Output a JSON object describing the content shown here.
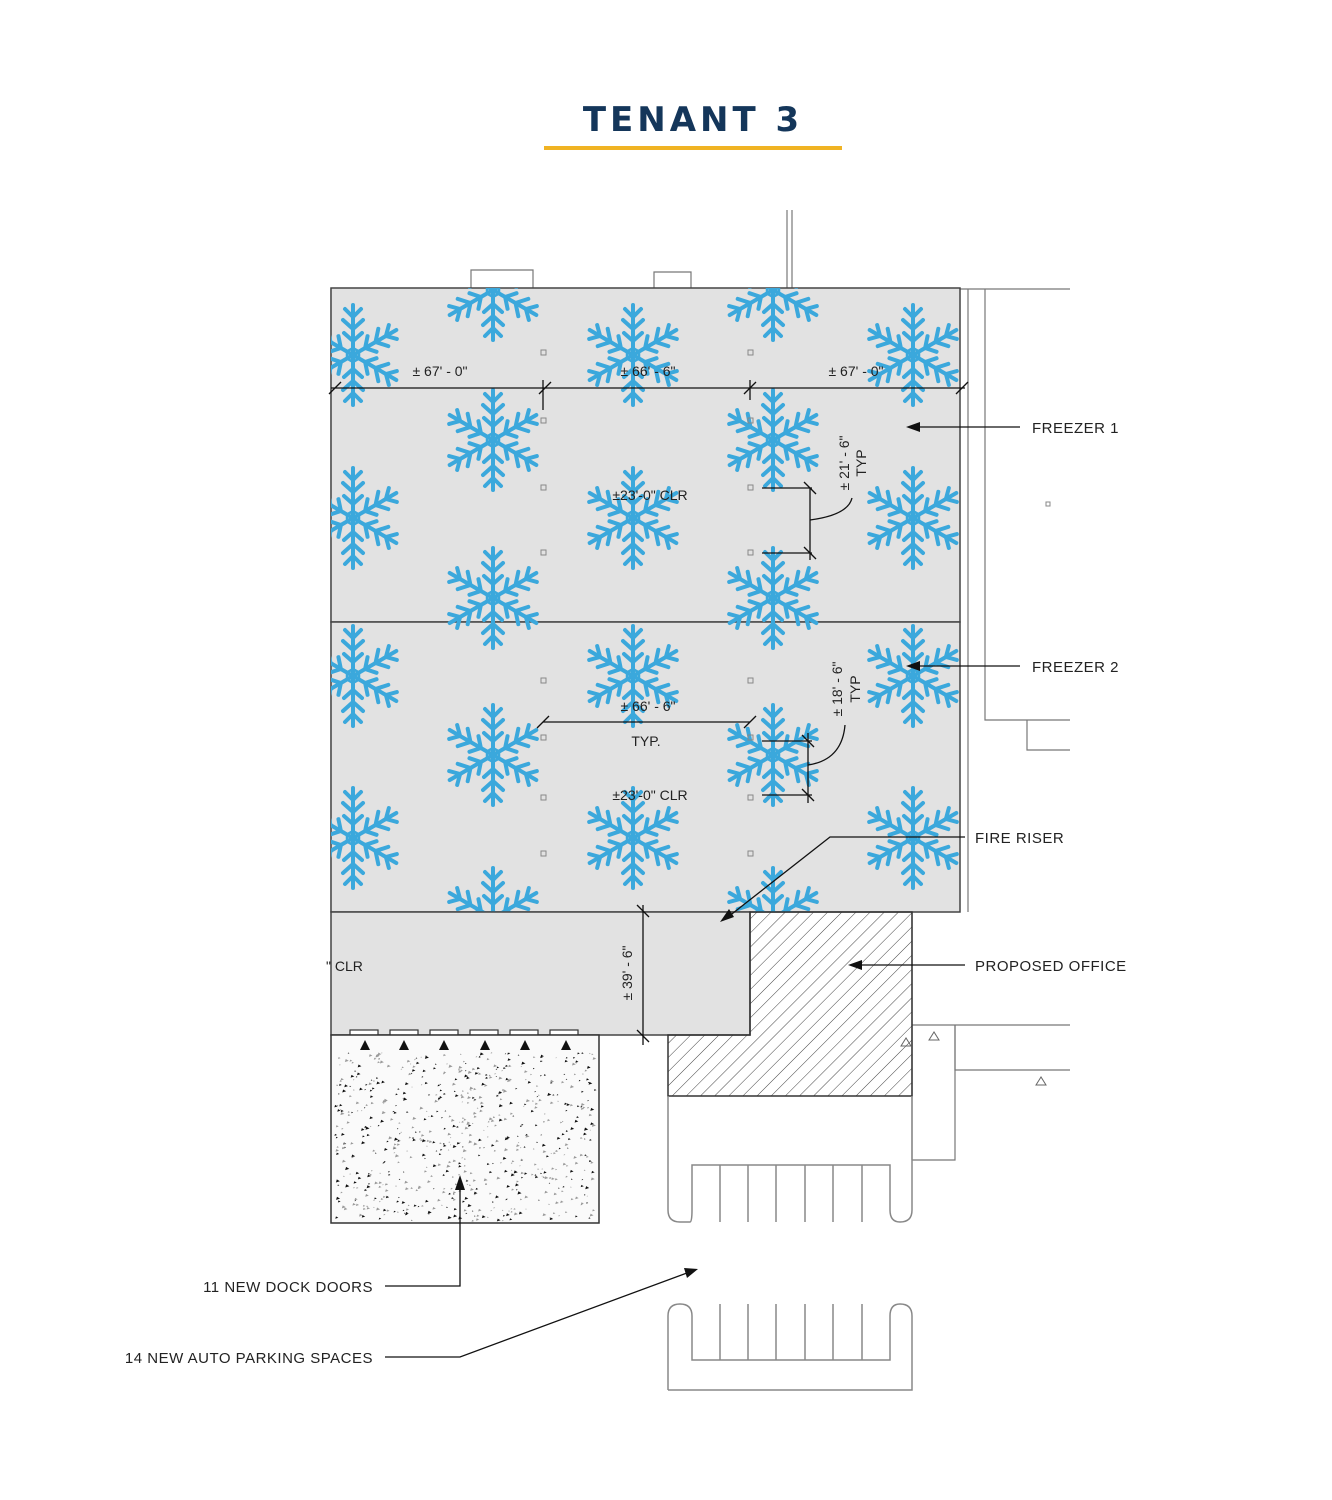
{
  "title": "TENANT 3",
  "colors": {
    "title": "#14365a",
    "title_underline": "#f0b323",
    "freezer_fill": "#e2e2e2",
    "snowflake": "#3ba8dc",
    "line": "#333333"
  },
  "labels": {
    "freezer_1": "FREEZER 1",
    "freezer_2": "FREEZER 2",
    "fire_riser": "FIRE RISER",
    "proposed_office": "PROPOSED OFFICE",
    "dock_doors": "11 NEW DOCK DOORS",
    "parking": "14 NEW AUTO PARKING SPACES"
  },
  "dimensions": {
    "f1_bay_left": "± 67' - 0\"",
    "f1_bay_mid": "± 66' - 6\"",
    "f1_bay_right": "± 67' - 0\"",
    "f1_clear": "±23'-0\" CLR",
    "f1_column": "± 21' - 6\"",
    "f1_column_typ": "TYP",
    "f2_bay": "± 66' - 6\"",
    "f2_bay_typ": "TYP.",
    "f2_clear": "±23'-0\" CLR",
    "f2_column": "± 18' - 6\"",
    "f2_column_typ": "TYP",
    "dock_depth": "± 39' - 6\"",
    "dock_clear": "\" CLR"
  }
}
